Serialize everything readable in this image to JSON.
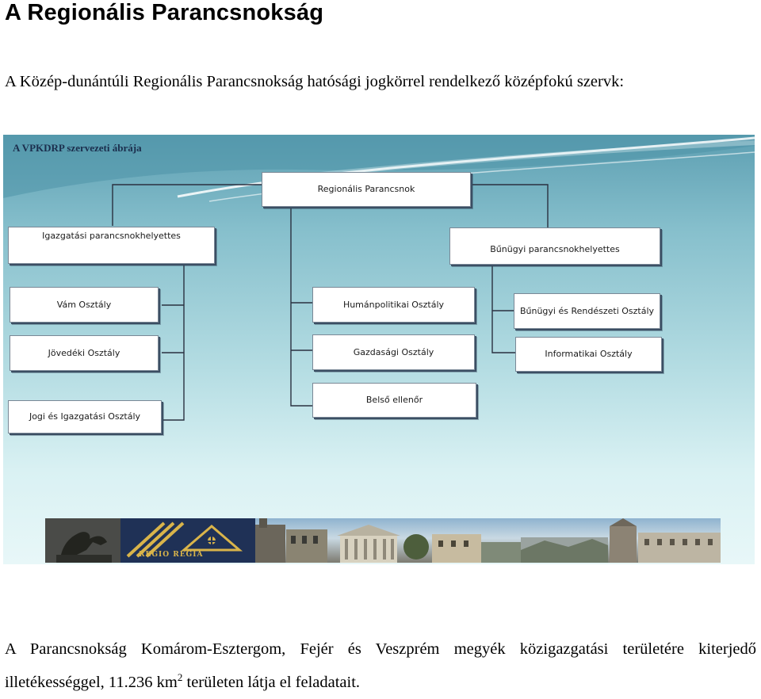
{
  "heading": "A Regionális Parancsnokság",
  "intro": "A Közép-dunántúli Regionális Parancsnokság hatósági jogkörrel rendelkező középfokú szervk:",
  "diagram": {
    "title": "A VPKDRP szervezeti ábrája",
    "boxes": {
      "regional_commander": "Regionális Parancsnok",
      "admin_deputy": "Igazgatási parancsnokhelyettes",
      "criminal_deputy": "Bűnügyi parancsnokhelyettes",
      "customs_dept": "Vám Osztály",
      "hr_dept": "Humánpolitikai Osztály",
      "criminal_police_dept": "Bűnügyi és Rendészeti Osztály",
      "excise_dept": "Jövedéki Osztály",
      "economic_dept": "Gazdasági Osztály",
      "it_dept": "Informatikai Osztály",
      "internal_auditor": "Belső ellenőr",
      "legal_admin_dept": "Jogi és Igazgatási Osztály"
    },
    "banner_logo_text": "REGIO REGIA"
  },
  "outro": {
    "before_superscript": "A Parancsnokság Komárom-Esztergom, Fejér és Veszprém megyék közigazgatási területére kiterjedő illetékességgel, 11.236 km",
    "superscript": "2",
    "after_superscript": " területen látja el feladatait."
  }
}
